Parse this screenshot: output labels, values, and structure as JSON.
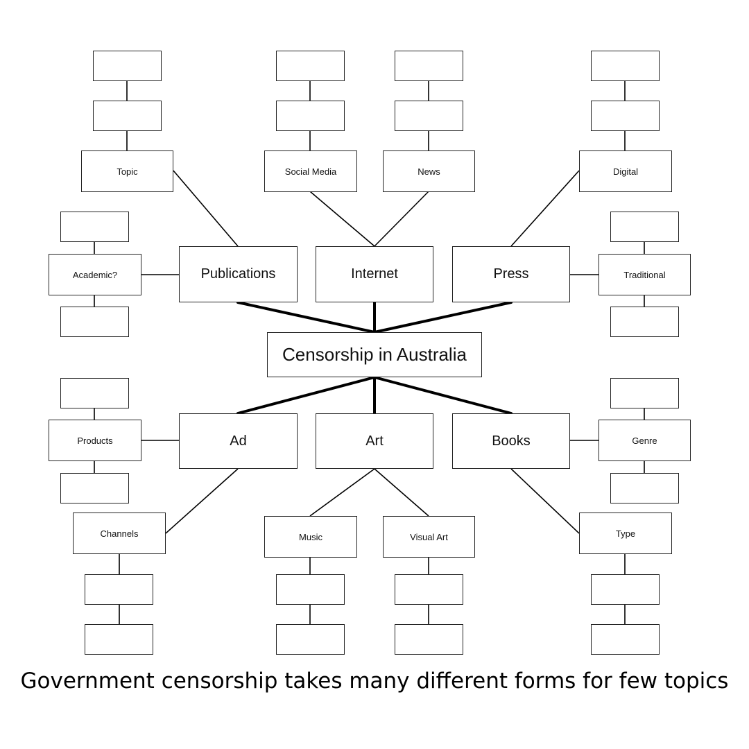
{
  "diagram": {
    "root": "Censorship in Australia",
    "categories": {
      "publications": "Publications",
      "internet": "Internet",
      "press": "Press",
      "ad": "Ad",
      "art": "Art",
      "books": "Books"
    },
    "subtopics": {
      "topic": "Topic",
      "social_media": "Social Media",
      "news": "News",
      "digital": "Digital",
      "academic": "Academic?",
      "traditional": "Traditional",
      "products": "Products",
      "genre": "Genre",
      "channels": "Channels",
      "music": "Music",
      "visual_art": "Visual Art",
      "type": "Type"
    }
  },
  "caption": "Government censorship takes many different forms for few topics"
}
